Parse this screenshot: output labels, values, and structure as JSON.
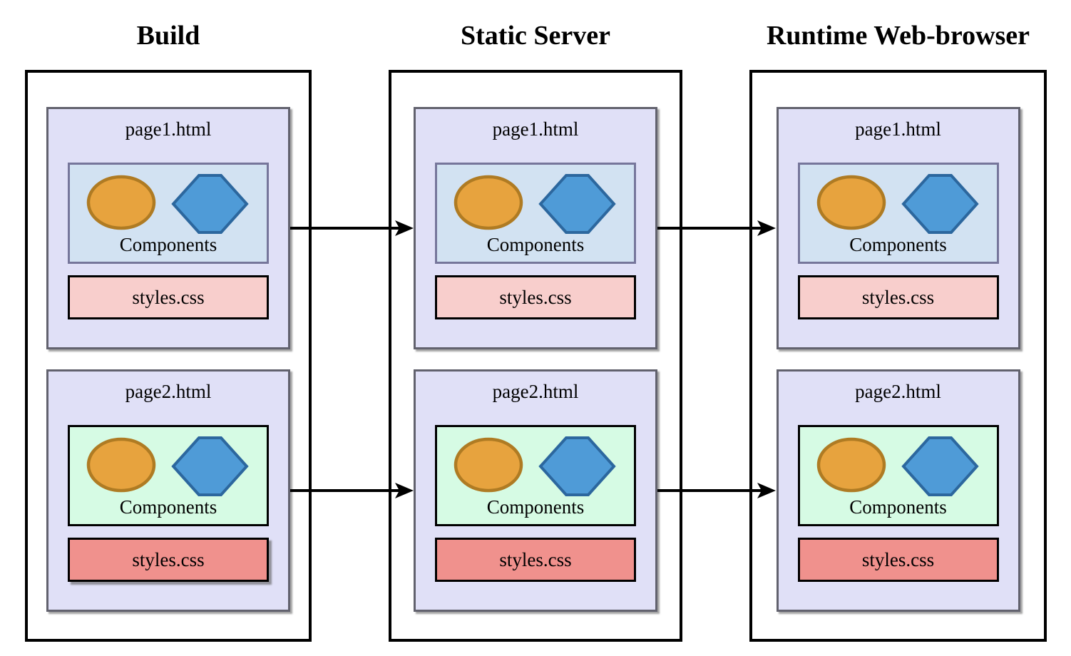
{
  "columns": [
    {
      "title": "Build",
      "cards": [
        {
          "title": "page1.html",
          "components_label": "Components",
          "styles_label": "styles.css"
        },
        {
          "title": "page2.html",
          "components_label": "Components",
          "styles_label": "styles.css"
        }
      ]
    },
    {
      "title": "Static Server",
      "cards": [
        {
          "title": "page1.html",
          "components_label": "Components",
          "styles_label": "styles.css"
        },
        {
          "title": "page2.html",
          "components_label": "Components",
          "styles_label": "styles.css"
        }
      ]
    },
    {
      "title": "Runtime Web-browser",
      "cards": [
        {
          "title": "page1.html",
          "components_label": "Components",
          "styles_label": "styles.css"
        },
        {
          "title": "page2.html",
          "components_label": "Components",
          "styles_label": "styles.css"
        }
      ]
    }
  ],
  "icons": {
    "ellipse": "ellipse-component-icon",
    "diamond": "diamond-component-icon",
    "arrow": "flow-arrow"
  },
  "colors": {
    "card_fill": "#e0e0f7",
    "card_border": "#62626e",
    "components_blue_fill": "#d2e2f2",
    "components_blue_border": "#76769b",
    "components_green_fill": "#d6fbe4",
    "components_green_border": "#000000",
    "styles_pink_fill": "#f8cecc",
    "styles_salmon_fill": "#f0918d",
    "styles_border": "#000000",
    "ellipse_fill": "#e7a33e",
    "ellipse_stroke": "#af7b23",
    "diamond_fill": "#4f9bd7",
    "diamond_stroke": "#2c679e",
    "arrow_color": "#000000",
    "container_border": "#000000"
  }
}
